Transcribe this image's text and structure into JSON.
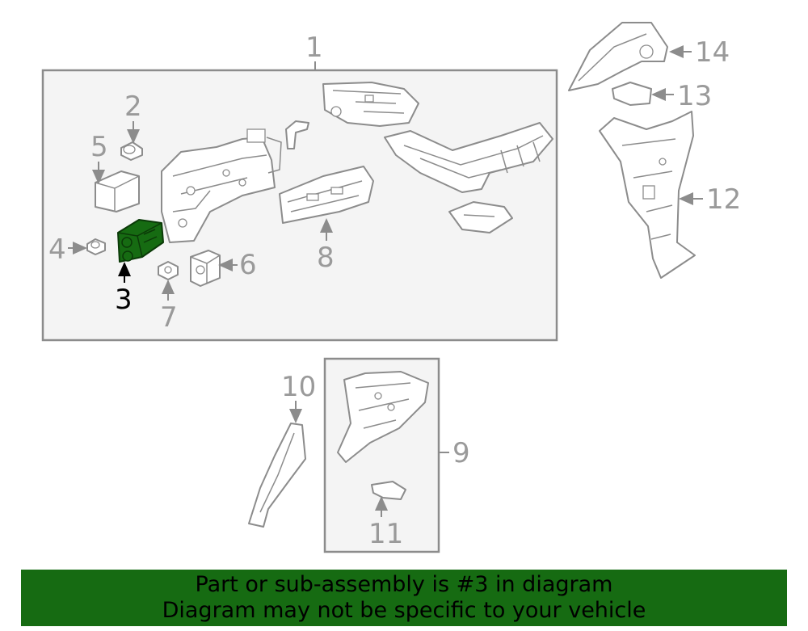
{
  "callouts": {
    "c1": "1",
    "c2": "2",
    "c3": "3",
    "c4": "4",
    "c5": "5",
    "c6": "6",
    "c7": "7",
    "c8": "8",
    "c9": "9",
    "c10": "10",
    "c11": "11",
    "c12": "12",
    "c13": "13",
    "c14": "14"
  },
  "highlight_color": "#166b12",
  "banner": {
    "line1": "Part or sub-assembly is #3 in diagram",
    "line2": "Diagram may not be specific to your vehicle"
  }
}
